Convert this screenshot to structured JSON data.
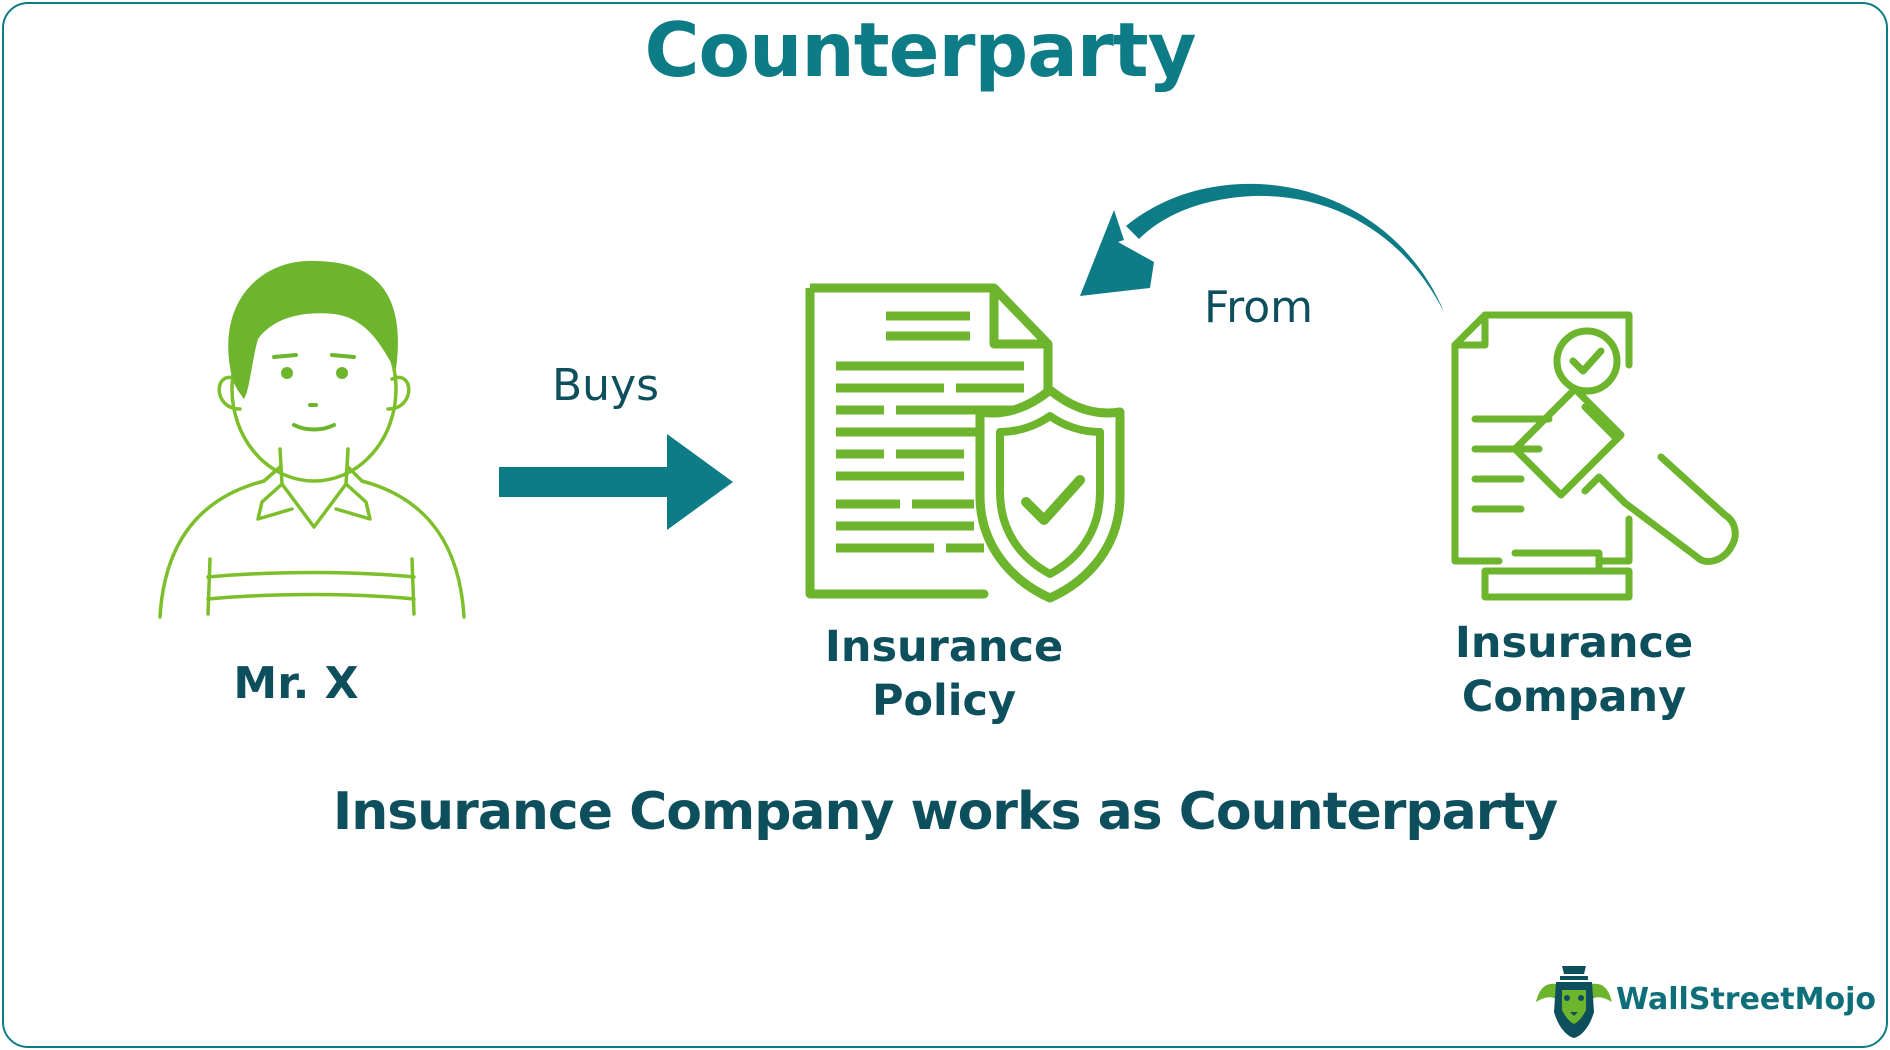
{
  "title": "Counterparty",
  "labels": {
    "buys": "Buys",
    "from": "From",
    "mr_x": "Mr. X",
    "policy_line1": "Insurance",
    "policy_line2": "Policy",
    "company_line1": "Insurance",
    "company_line2": "Company"
  },
  "caption": "Insurance Company works as Counterparty",
  "brand": "WallStreetMojo",
  "icons": [
    "person-icon",
    "arrow-right-icon",
    "insurance-policy-icon",
    "curved-arrow-icon",
    "gavel-document-icon",
    "wallstreetmojo-logo-icon"
  ],
  "colors": {
    "accent_teal": "#0e7c86",
    "dark_teal": "#0d4f5c",
    "green": "#6cb52d"
  }
}
